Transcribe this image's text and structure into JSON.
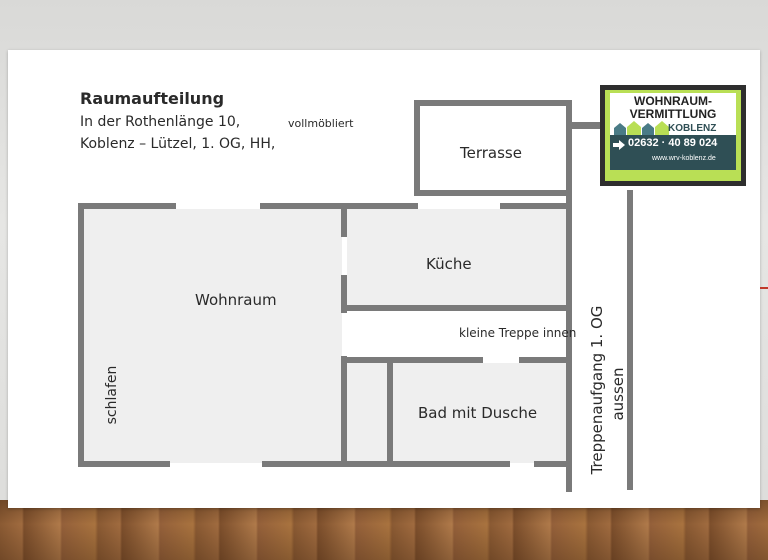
{
  "plan": {
    "title": "Raumaufteilung",
    "address_line1": "In der Rothenlänge 10,",
    "furnished": "vollmöbliert",
    "address_line2": "Koblenz – Lützel,   1. OG,  HH,",
    "rooms": {
      "terrasse": "Terrasse",
      "kueche": "Küche",
      "wohnraum": "Wohnraum",
      "treppe_innen": "kleine Treppe innen",
      "schlafen": "schlafen",
      "bad": "Bad mit Dusche",
      "treppenaufgang": "Treppenaufgang 1. OG",
      "aussen": "aussen"
    }
  },
  "logo": {
    "line1": "WOHNRAUM-",
    "line2": "VERMITTLUNG",
    "city": "KOBLENZ",
    "phone": "02632 · 40 89 024",
    "web": "www.wrv-koblenz.de",
    "arrow_icon": "arrow-right-icon",
    "brand_green": "#b9df55",
    "band_color": "#2f4f55"
  }
}
